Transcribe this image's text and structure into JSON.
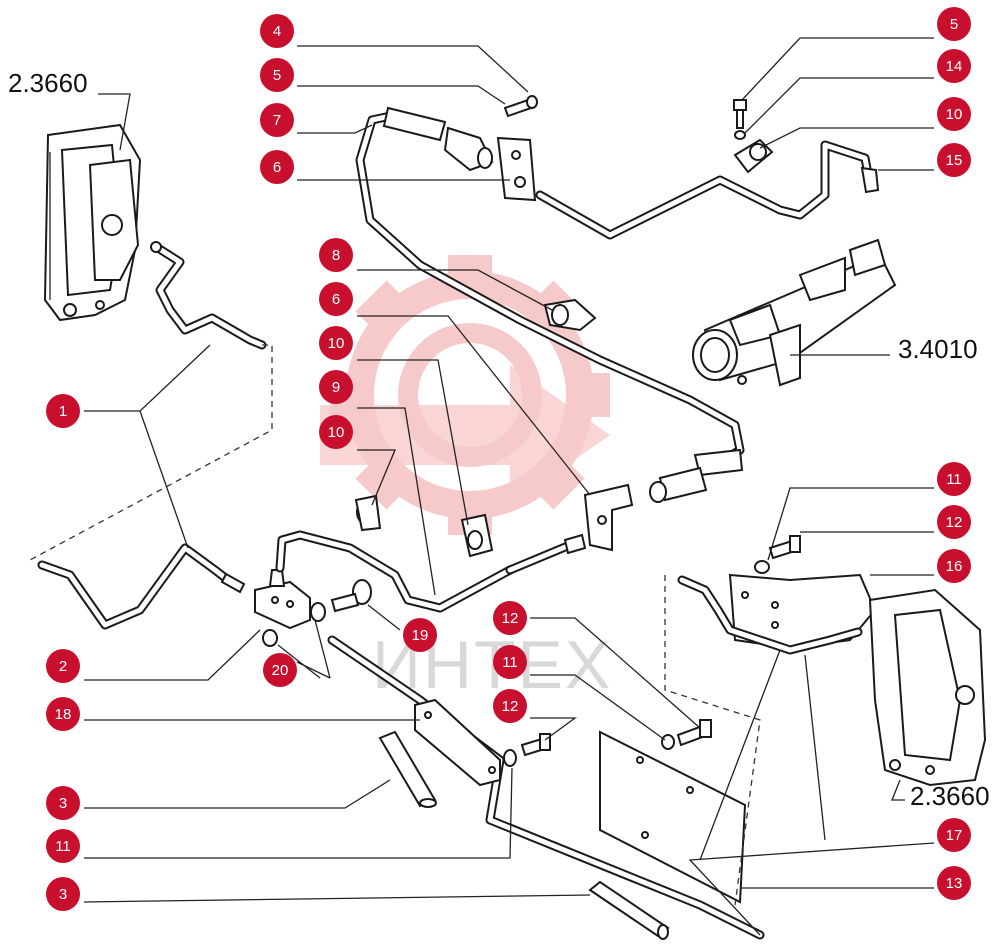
{
  "assembly_refs": {
    "caliper_left": "2.3660",
    "caliper_right": "2.3660",
    "master_cylinder": "3.4010"
  },
  "watermark": {
    "text": "ИНТЕХ"
  },
  "callouts": [
    "4",
    "5",
    "7",
    "6",
    "8",
    "6",
    "10",
    "9",
    "10",
    "1",
    "2",
    "18",
    "3",
    "11",
    "3",
    "20",
    "19",
    "12",
    "11",
    "12",
    "5",
    "14",
    "10",
    "15",
    "11",
    "12",
    "16",
    "17",
    "13"
  ],
  "colors": {
    "callout_fill": "#c8102e",
    "callout_text": "#ffffff",
    "line": "#1a1a1a",
    "watermark": "#f3b3b3"
  }
}
